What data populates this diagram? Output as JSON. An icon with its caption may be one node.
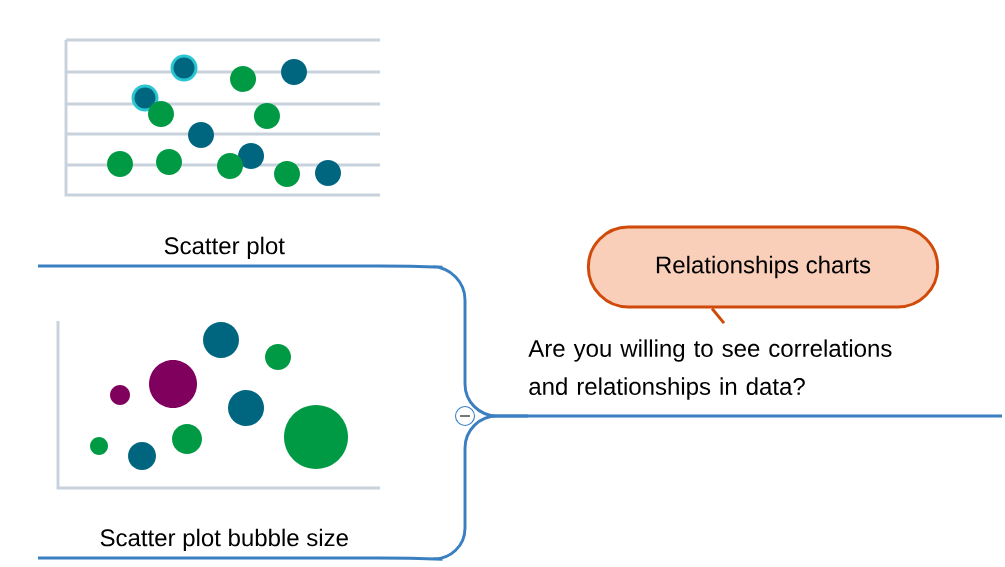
{
  "diagram": {
    "nodes": [
      {
        "text": [
          "Are you willing to see correlations and relationships in data?"
        ]
      },
      {
        "text": [
          "Relationships charts"
        ]
      },
      {
        "text": [
          "Scatter plot"
        ]
      },
      {
        "text": [
          "Scatter plot bubble size"
        ]
      }
    ],
    "edges": [
      {
        "from": 0,
        "to": null,
        "arrow": "none"
      },
      {
        "from": 0,
        "to": 2,
        "arrow": "none"
      },
      {
        "from": 0,
        "to": 3,
        "arrow": "none"
      },
      {
        "from": 1,
        "to": 0,
        "arrow": "none",
        "color": "#d04a0a"
      }
    ]
  }
}
